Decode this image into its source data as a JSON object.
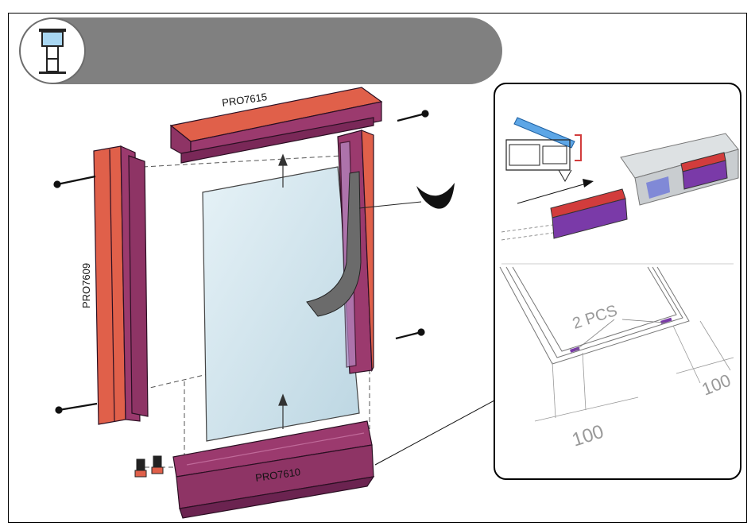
{
  "labels": {
    "top_profile": "PRO7615",
    "side_profile": "PRO7609",
    "bottom_profile": "PRO7610",
    "quantity": "2 PCS",
    "dim_left": "100",
    "dim_right": "100"
  },
  "colors": {
    "header": "#808080",
    "profile_dark": "#9b3a6e",
    "profile_light": "#e0604a",
    "glass": "#d4e6ee",
    "gasket": "#6b6b6b",
    "clip_red": "#d23c3c",
    "clip_purple": "#7a3aa8",
    "glass_blue": "#5da6e6"
  },
  "icons": {
    "logo": "window-door-icon"
  }
}
